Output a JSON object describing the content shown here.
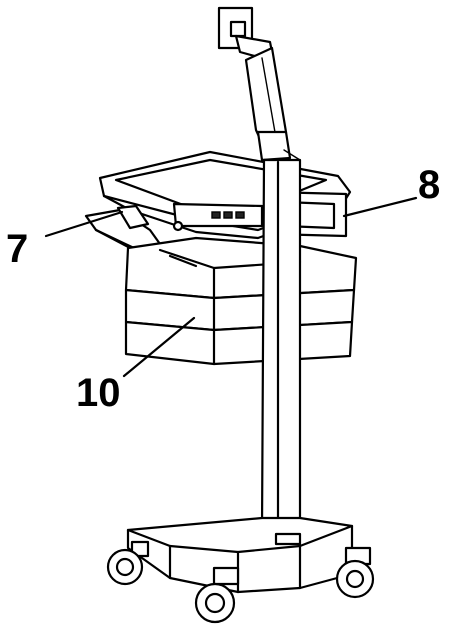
{
  "callouts": [
    {
      "id": "7",
      "label": "7"
    },
    {
      "id": "8",
      "label": "8"
    },
    {
      "id": "10",
      "label": "10"
    }
  ],
  "colors": {
    "line": "#000000",
    "background": "#ffffff"
  }
}
